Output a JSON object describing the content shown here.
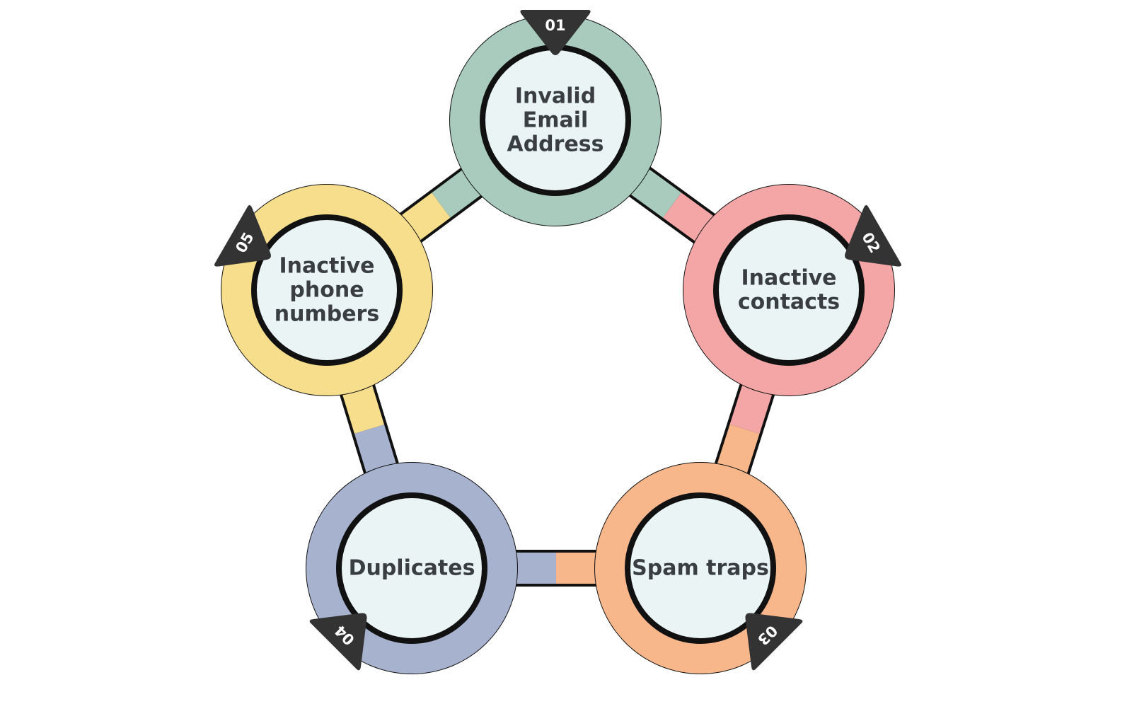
{
  "colors": {
    "outline": "#111111",
    "inner_fill": "#eaf4f5",
    "label": "#3a3e42",
    "badge": "#333333",
    "badge_text": "#ffffff"
  },
  "nodes": [
    {
      "id": "invalid-email-address",
      "number": "01",
      "lines": [
        "Invalid",
        "Email",
        "Address"
      ],
      "color": "#a8cbbd"
    },
    {
      "id": "inactive-contacts",
      "number": "02",
      "lines": [
        "Inactive",
        "contacts"
      ],
      "color": "#f4a6a6"
    },
    {
      "id": "spam-traps",
      "number": "03",
      "lines": [
        "Spam traps"
      ],
      "color": "#f7b78b"
    },
    {
      "id": "duplicates",
      "number": "04",
      "lines": [
        "Duplicates"
      ],
      "color": "#a7b2cf"
    },
    {
      "id": "inactive-phone-numbers",
      "number": "05",
      "lines": [
        "Inactive",
        "phone",
        "numbers"
      ],
      "color": "#f6de8d"
    }
  ]
}
